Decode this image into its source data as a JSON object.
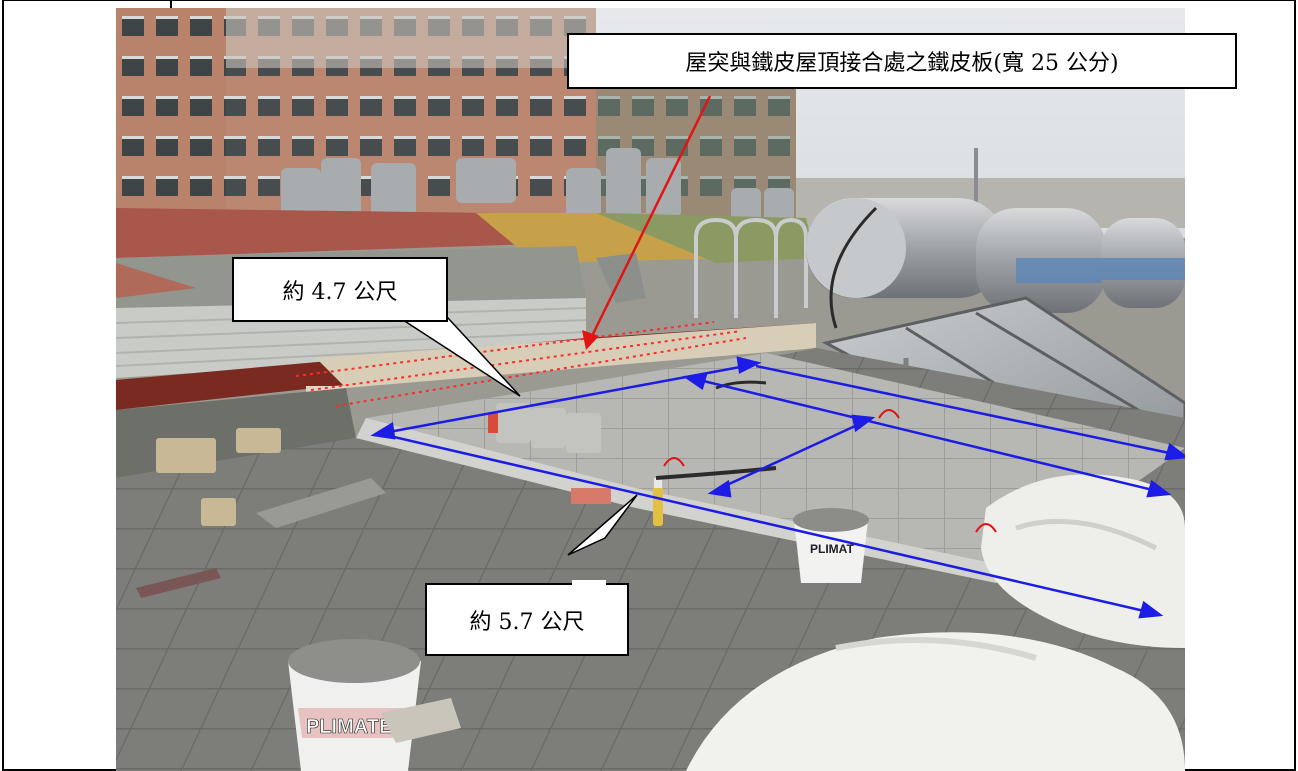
{
  "callouts": {
    "top_label": "屋突與鐵皮屋頂接合處之鐵皮板(寬 25 公分)",
    "width_label": "約 4.7 公尺",
    "length_label": "約 5.7 公尺"
  },
  "bucket_brand": "PLIMATES",
  "bucket_brand_small": "PLIMAT",
  "colors": {
    "arrow": "#1c1ce6",
    "red_arrow": "#e01515",
    "dotted_line": "#ff2a2a"
  }
}
